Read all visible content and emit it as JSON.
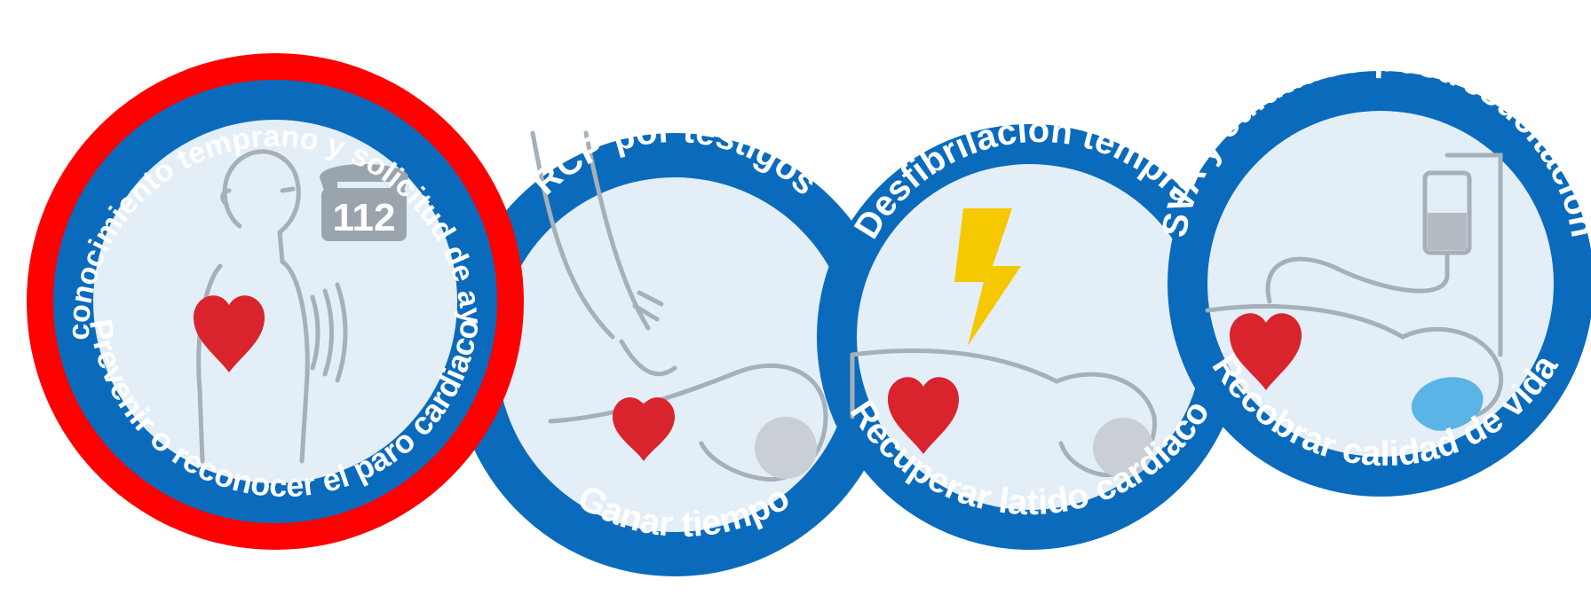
{
  "colors": {
    "ring_blue": "#0a6bbd",
    "inner_fill": "#e3eef7",
    "heart_red": "#d9232d",
    "outline_gray": "#a5b0b8",
    "bolt_yellow": "#f5c800",
    "highlight_red": "#ff0000",
    "water_blue": "#5ab4e6"
  },
  "links": [
    {
      "top_text": "Reconocimiento temprano y solicitud de ayuda",
      "bottom_text": "Prevenir o reconocer el paro cardiaco",
      "phone_number": "112",
      "icons": [
        "person-icon",
        "phone-icon",
        "heart-icon",
        "sound-waves-icon"
      ],
      "highlighted": true
    },
    {
      "top_text": "RCP por testigos",
      "bottom_text": "Ganar tiempo",
      "icons": [
        "cpr-hands-icon",
        "patient-icon",
        "heart-icon"
      ]
    },
    {
      "top_text": "Desfibrilación temprana",
      "bottom_text": "Recuperar latido cardiaco",
      "icons": [
        "lightning-bolt-icon",
        "patient-icon",
        "heart-icon"
      ]
    },
    {
      "top_text": "SVA y cuidados postresucitación",
      "bottom_text": "Recobrar calidad de vida",
      "icons": [
        "iv-drip-icon",
        "patient-icon",
        "heart-icon",
        "oxygen-mask-icon"
      ]
    }
  ]
}
